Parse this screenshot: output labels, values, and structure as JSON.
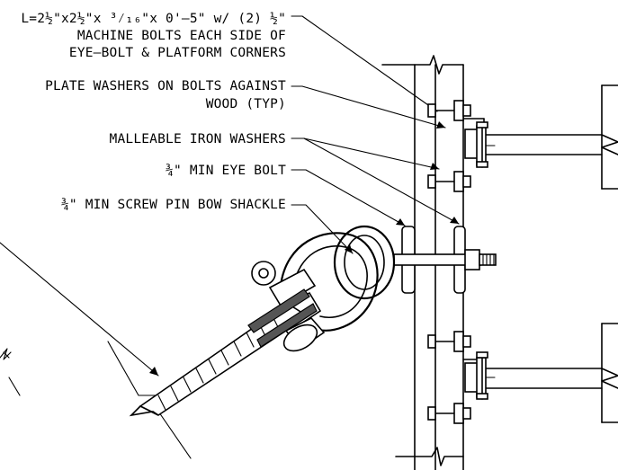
{
  "callouts": {
    "angle_line1": "L=2½\"x2½\"x ³⁄₁₆\"x 0'–5\" w/ (2) ½\"",
    "angle_line2": "MACHINE BOLTS EACH SIDE OF",
    "angle_line3": "EYE–BOLT & PLATFORM CORNERS",
    "washer_line1": "PLATE WASHERS ON BOLTS AGAINST",
    "washer_line2": "WOOD (TYP)",
    "malleable": "MALLEABLE IRON WASHERS",
    "eye_bolt": "¾\" MIN EYE BOLT",
    "shackle": "¾\" MIN SCREW PIN BOW SHACKLE"
  }
}
